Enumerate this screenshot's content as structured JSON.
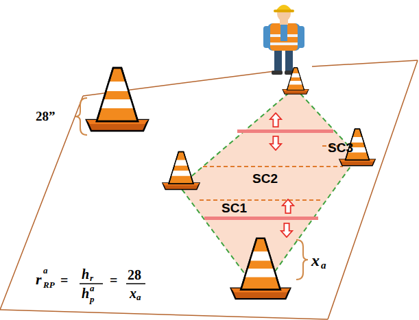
{
  "diagram": {
    "labels": [
      "28”",
      "SC3",
      "SC2",
      "SC1",
      "x",
      "a",
      "r",
      "a",
      "RP",
      "=",
      "h",
      "r",
      "h",
      "a",
      "p",
      "=",
      "28",
      "x",
      "a"
    ]
  }
}
